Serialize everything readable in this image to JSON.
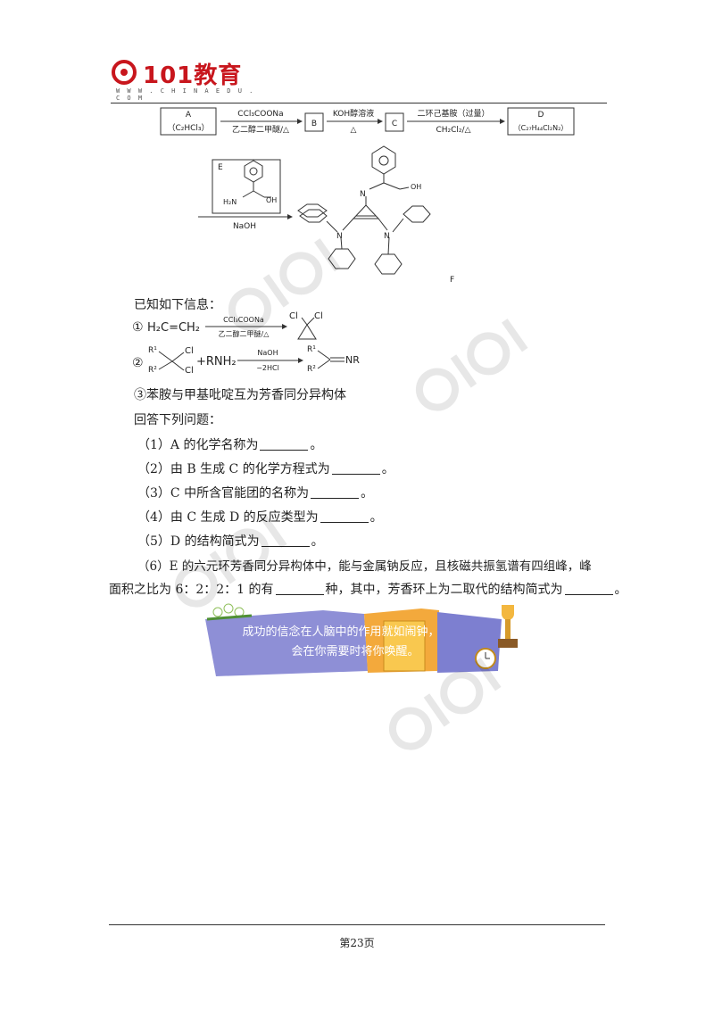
{
  "header": {
    "logo_text": "101教育",
    "logo_url": "W W W . C H I N A E D U . C O M"
  },
  "scheme": {
    "box_a_top": "A",
    "box_a_bottom": "（C₂HCl₃）",
    "arrow1_top": "CCl₃COONa",
    "arrow1_bottom": "乙二醇二甲醚/△",
    "box_b": "B",
    "arrow2_top": "KOH醇溶液",
    "arrow2_bottom": "△",
    "box_c": "C",
    "arrow3_top": "二环己基胺（过量）",
    "arrow3_bottom": "CH₂Cl₂/△",
    "box_d_top": "D",
    "box_d_bottom": "（C₂₇H₄₄Cl₂N₂）",
    "box_e_label": "E",
    "e_nh2": "H₂N",
    "e_oh": "OH",
    "arrow4_bottom": "NaOH",
    "f_n_top": "N",
    "f_oh": "OH",
    "f_n_left": "N",
    "f_n_right": "N",
    "f_label": "F"
  },
  "known": {
    "intro": "已知如下信息：",
    "item1_num": "①",
    "item1_reactant": "H₂C=CH₂",
    "item1_arrow_top": "CCl₃COONa",
    "item1_arrow_bottom": "乙二醇二甲醚/△",
    "item1_cl_left": "Cl",
    "item1_cl_right": "Cl",
    "item2_num": "②",
    "item2_r1": "R¹",
    "item2_r2": "R²",
    "item2_cl_top": "Cl",
    "item2_cl_bottom": "Cl",
    "item2_plus": "+RNH₂",
    "item2_arrow_top": "NaOH",
    "item2_arrow_bottom": "−2HCl",
    "item2_p_r1": "R¹",
    "item2_p_r2": "R²",
    "item2_p_nr": "NR",
    "item3": "③苯胺与甲基吡啶互为芳香同分异构体"
  },
  "questions": {
    "intro": "回答下列问题：",
    "q1": "（1）A 的化学名称为",
    "q1_end": "。",
    "q2": "（2）由 B 生成 C 的化学方程式为",
    "q2_end": "。",
    "q3": "（3）C 中所含官能团的名称为",
    "q3_end": "。",
    "q4": "（4）由 C 生成 D 的反应类型为",
    "q4_end": "。",
    "q5": "（5）D 的结构简式为",
    "q5_end": "。",
    "q6_line1": "（6）E 的六元环芳香同分异构体中，能与金属钠反应，且核磁共振氢谱有四组峰，峰",
    "q6_line2_a": "面积之比为 6：2：2：1 的有",
    "q6_line2_b": "种，其中，芳香环上为二取代的结构简式为",
    "q6_line2_end": "。"
  },
  "banner": {
    "line1": "成功的信念在人脑中的作用就如闹钟，",
    "line2": "会在你需要时将你唤醒。"
  },
  "footer": {
    "page": "第23页"
  }
}
